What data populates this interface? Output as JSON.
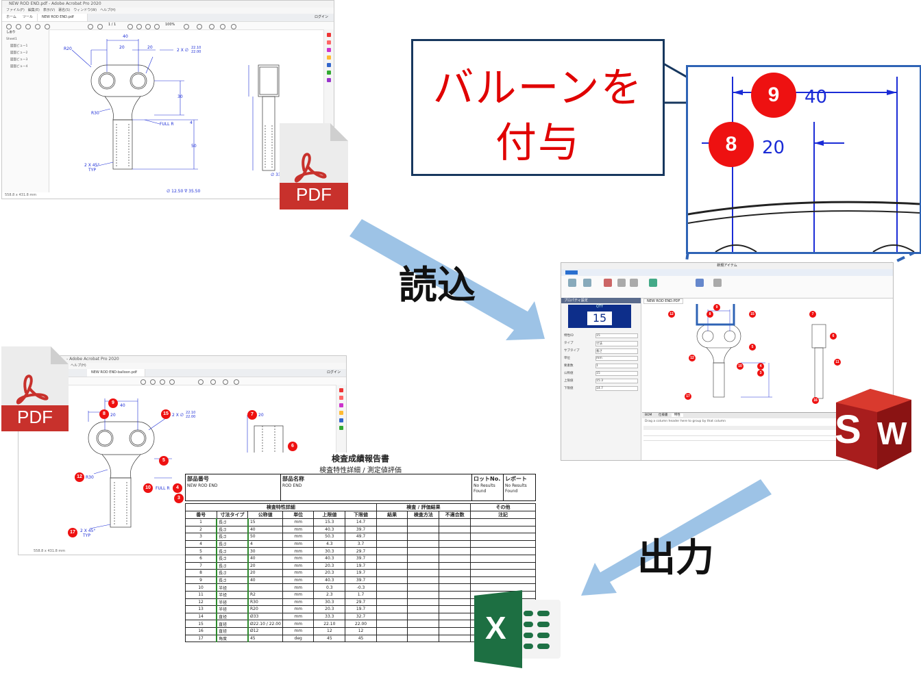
{
  "top_window": {
    "title": "NEW ROD END.pdf - Adobe Acrobat Pro 2020",
    "menu": "ファイル(F)　編集(E)　表示(V)　署名(S)　ウィンドウ(W)　ヘルプ(H)",
    "tabs": [
      "ホーム",
      "ツール",
      "NEW ROD END.pdf"
    ],
    "login": "ログイン",
    "zoom": "100%",
    "page": "1 / 1",
    "panel_title": "しおり",
    "bookmarks": [
      "Sheet1",
      "図面ビュー1",
      "図面ビュー2",
      "図面ビュー3",
      "図面ビュー4"
    ],
    "status": "558.8 x 431.8 mm",
    "drawing_labels": {
      "d40": "40",
      "d20": "20",
      "r20": "R20",
      "hole": "2 X ∅",
      "hole_tol_hi": "22.10",
      "hole_tol_lo": "22.00",
      "d30": "30",
      "r30": "R30",
      "d4": "4",
      "fullr": "FULL R",
      "d50": "50",
      "chamfer": "2 X 45°",
      "typ": "TYP",
      "dia33": "∅ 33",
      "bottom": "∅ 12.50 ∇ 35.50"
    }
  },
  "pdf_label": "PDF",
  "callout": {
    "line1": "バルーンを",
    "line2": "付与"
  },
  "zoom_view": {
    "balloon_a": "9",
    "dim_a": "40",
    "balloon_b": "8",
    "dim_b": "20"
  },
  "step_labels": {
    "read": "読込",
    "output": "出力"
  },
  "sw_window": {
    "title": "新規アイテム",
    "doc_tab": "NEW ROD END.PDF",
    "panel_title": "プロパティ設定",
    "qty_label": "QTY",
    "qty_value": "15",
    "props": [
      "特性ID",
      "タイプ",
      "サブタイプ",
      "単位",
      "要素数",
      "公称値",
      "上限値",
      "下限値"
    ],
    "prop_values": [
      "15",
      "寸法",
      "長さ",
      "mm",
      "1",
      "15",
      "15.3",
      "14.7"
    ],
    "group_hint": "Drag a column header here to group by that column",
    "bottom_tabs": [
      "BOM",
      "仕様書",
      "特性"
    ],
    "logo_s": "S",
    "logo_w": "W",
    "balloons": [
      "12",
      "8",
      "9",
      "15",
      "7",
      "6",
      "5",
      "10",
      "4",
      "3",
      "11",
      "17",
      "16",
      "12"
    ]
  },
  "bottom_window": {
    "title": "- Adobe Acrobat Pro 2020",
    "tab": "NEW ROD END-balloon.pdf",
    "menu": "ヘルプ(H)",
    "login": "ログイン",
    "status": "558.8 x 431.8 mm",
    "balloons": {
      "b9": "9",
      "b8": "8",
      "b15": "15",
      "b7": "7",
      "b6": "6",
      "b5": "5",
      "b12": "12",
      "b10": "10",
      "b4": "4",
      "b3": "3",
      "b17": "17"
    },
    "labels": {
      "d40": "40",
      "d20": "20",
      "hole": "2 X ∅",
      "hole_hi": "22.10",
      "hole_lo": "22.00",
      "r30": "R30",
      "fullr": "FULL R",
      "chamfer": "2 X 45°",
      "typ": "TYP",
      "d20b": "20"
    }
  },
  "report": {
    "title": "検査成績報告書",
    "subtitle": "検査特性詳細 / 測定値評価",
    "part_no_label": "部品番号",
    "part_no": "NEW ROD END",
    "part_name_label": "部品名称",
    "part_name": "ROD END",
    "lot_label": "ロットNo.",
    "lot_value": "No Results Found",
    "report_label": "レポート",
    "report_value": "No Results Found",
    "group_headers": [
      "検査特性詳細",
      "検査 / 評価結果",
      "その他"
    ],
    "columns": [
      "番号",
      "寸法タイプ",
      "公称値",
      "単位",
      "上限値",
      "下限値",
      "結果",
      "検査方法",
      "不適合数",
      "注記"
    ],
    "rows": [
      [
        "1",
        "長さ",
        "15",
        "mm",
        "15.3",
        "14.7"
      ],
      [
        "2",
        "長さ",
        "40",
        "mm",
        "40.3",
        "39.7"
      ],
      [
        "3",
        "長さ",
        "50",
        "mm",
        "50.3",
        "49.7"
      ],
      [
        "4",
        "長さ",
        "4",
        "mm",
        "4.3",
        "3.7"
      ],
      [
        "5",
        "長さ",
        "30",
        "mm",
        "30.3",
        "29.7"
      ],
      [
        "6",
        "長さ",
        "40",
        "mm",
        "40.3",
        "39.7"
      ],
      [
        "7",
        "長さ",
        "20",
        "mm",
        "20.3",
        "19.7"
      ],
      [
        "8",
        "長さ",
        "20",
        "mm",
        "20.3",
        "19.7"
      ],
      [
        "9",
        "長さ",
        "40",
        "mm",
        "40.3",
        "39.7"
      ],
      [
        "10",
        "半径",
        "",
        "mm",
        "0.3",
        "-0.3"
      ],
      [
        "11",
        "半径",
        "R2",
        "mm",
        "2.3",
        "1.7"
      ],
      [
        "12",
        "半径",
        "R30",
        "mm",
        "30.3",
        "29.7"
      ],
      [
        "13",
        "半径",
        "R20",
        "mm",
        "20.3",
        "19.7"
      ],
      [
        "14",
        "直径",
        "Ø33",
        "mm",
        "33.3",
        "32.7"
      ],
      [
        "15",
        "直径",
        "Ø22.10 / 22.00",
        "mm",
        "22.10",
        "22.00"
      ],
      [
        "16",
        "直径",
        "Ø12",
        "mm",
        "12",
        "12"
      ],
      [
        "17",
        "角度",
        "45",
        "deg",
        "45",
        "45"
      ]
    ]
  },
  "excel_letter": "X"
}
